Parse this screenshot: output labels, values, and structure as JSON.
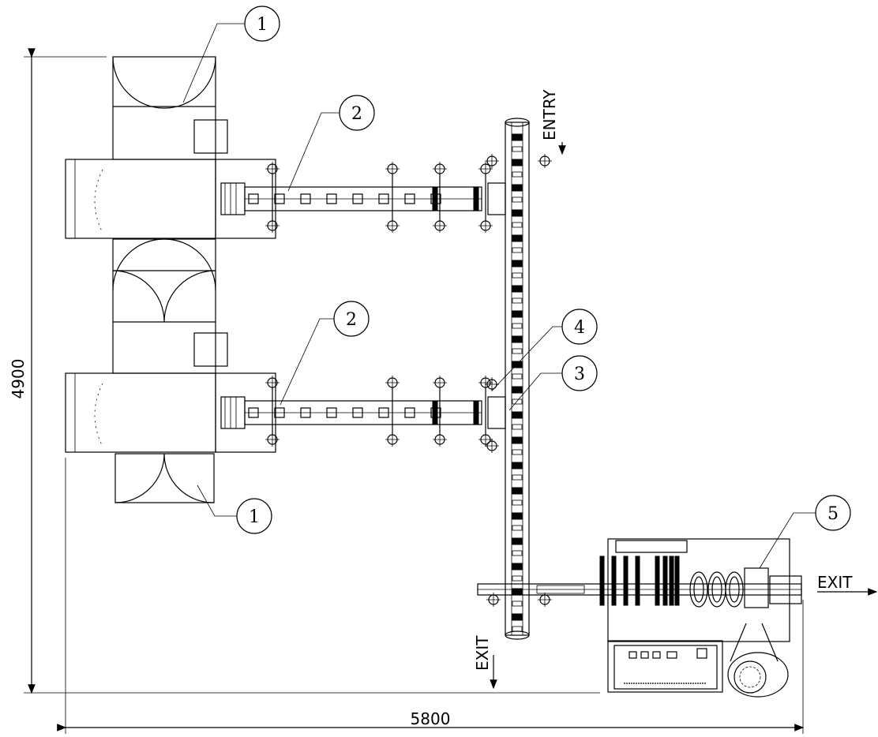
{
  "dimensions": {
    "width_label": "5800",
    "height_label": "4900"
  },
  "labels": {
    "entry": "ENTRY",
    "exit_right": "EXIT",
    "exit_bottom": "EXIT"
  },
  "callouts": [
    "1",
    "2",
    "2",
    "4",
    "3",
    "1",
    "5"
  ]
}
